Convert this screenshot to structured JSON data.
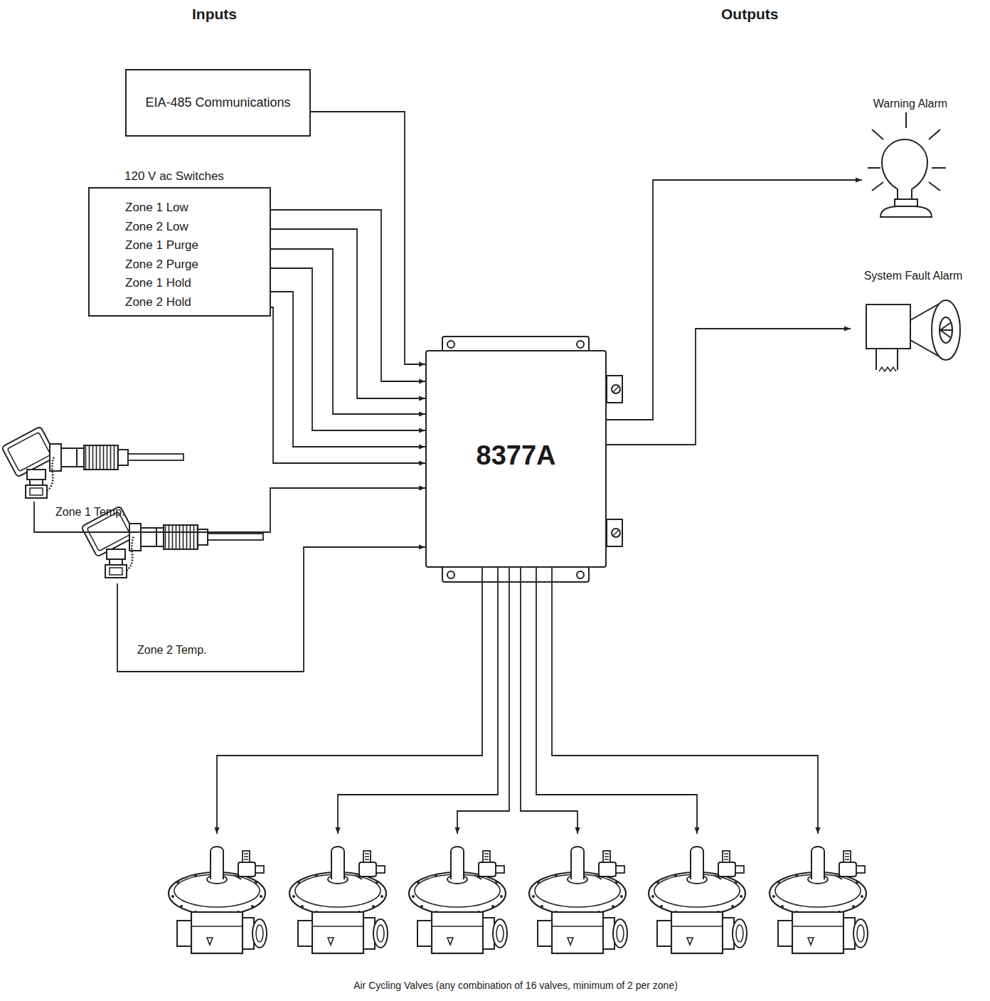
{
  "diagram": {
    "nodes": [
      {
        "text": [
          "EIA-485 Communications"
        ]
      },
      {
        "text": [
          "120 V ac Switches",
          "Zone 1 Low",
          "Zone 2 Low",
          "Zone 1 Purge",
          "Zone 2 Purge",
          "Zone 1 Hold",
          "Zone 2 Hold"
        ]
      },
      {
        "text": [
          "8377A"
        ]
      },
      {
        "text": [
          "Zone 1 Temp."
        ]
      },
      {
        "text": [
          "Zone 2 Temp."
        ]
      },
      {
        "text": [
          "Warning Alarm"
        ]
      },
      {
        "text": [
          "System Fault Alarm"
        ]
      },
      {
        "text": [
          "Air Cycling Valves (any combination of 16 valves, minimum of 2 per zone)"
        ]
      }
    ],
    "edges": [
      {
        "from": 0,
        "to": 2,
        "arrow": "to"
      },
      {
        "from": 1,
        "to": 2,
        "arrow": "to"
      },
      {
        "from": 1,
        "to": 2,
        "arrow": "to"
      },
      {
        "from": 1,
        "to": 2,
        "arrow": "to"
      },
      {
        "from": 1,
        "to": 2,
        "arrow": "to"
      },
      {
        "from": 1,
        "to": 2,
        "arrow": "to"
      },
      {
        "from": 1,
        "to": 2,
        "arrow": "to"
      },
      {
        "from": 3,
        "to": 2,
        "arrow": "to"
      },
      {
        "from": 4,
        "to": 2,
        "arrow": "to"
      },
      {
        "from": 2,
        "to": 5,
        "arrow": "to"
      },
      {
        "from": 2,
        "to": 6,
        "arrow": "to"
      },
      {
        "from": 2,
        "to": 7,
        "arrow": "to"
      },
      {
        "from": 2,
        "to": 7,
        "arrow": "to"
      },
      {
        "from": 2,
        "to": 7,
        "arrow": "to"
      },
      {
        "from": 2,
        "to": 7,
        "arrow": "to"
      },
      {
        "from": 2,
        "to": 7,
        "arrow": "to"
      },
      {
        "from": 2,
        "to": 7,
        "arrow": "to"
      }
    ],
    "labels": [
      "Inputs",
      "Outputs"
    ]
  }
}
